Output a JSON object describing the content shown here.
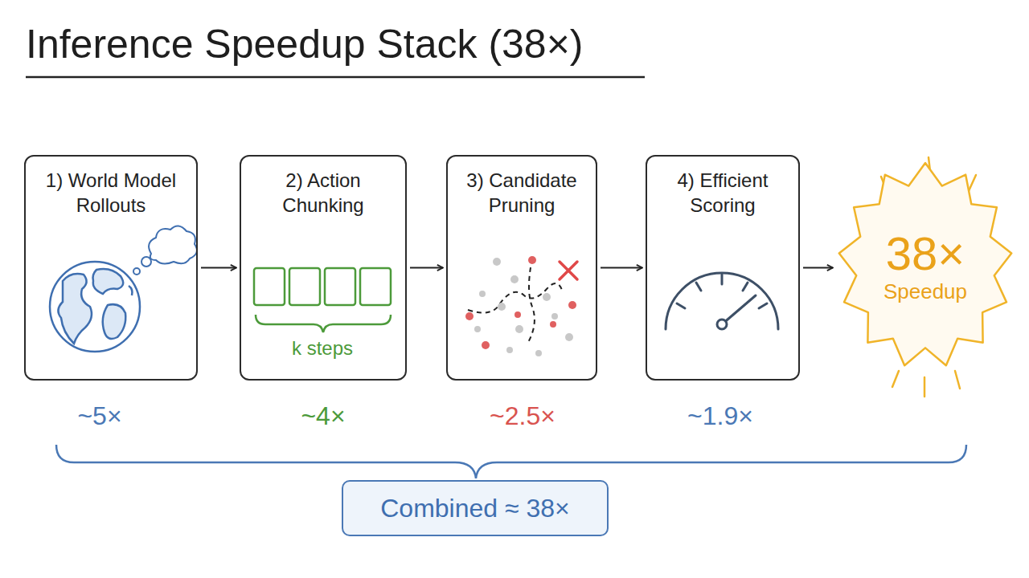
{
  "diagram": {
    "title": "Inference Speedup Stack (38×)",
    "nodes": [
      {
        "text": [
          "1) World Model Rollouts"
        ]
      },
      {
        "text": [
          "2) Action Chunking"
        ]
      },
      {
        "text": [
          "3) Candidate Pruning"
        ]
      },
      {
        "text": [
          "4) Efficient Scoring"
        ]
      },
      {
        "text": [
          "38×",
          "Speedup"
        ]
      },
      {
        "text": [
          "Combined ≈ 38×"
        ]
      }
    ],
    "edges": [
      {
        "from": 0,
        "to": 1,
        "arrow": "to"
      },
      {
        "from": 1,
        "to": 2,
        "arrow": "to"
      },
      {
        "from": 2,
        "to": 3,
        "arrow": "to"
      },
      {
        "from": 3,
        "to": 4,
        "arrow": "to"
      }
    ],
    "labels": [
      "k steps",
      "~5×",
      "~4×",
      "~2.5×",
      "~1.9×"
    ]
  }
}
